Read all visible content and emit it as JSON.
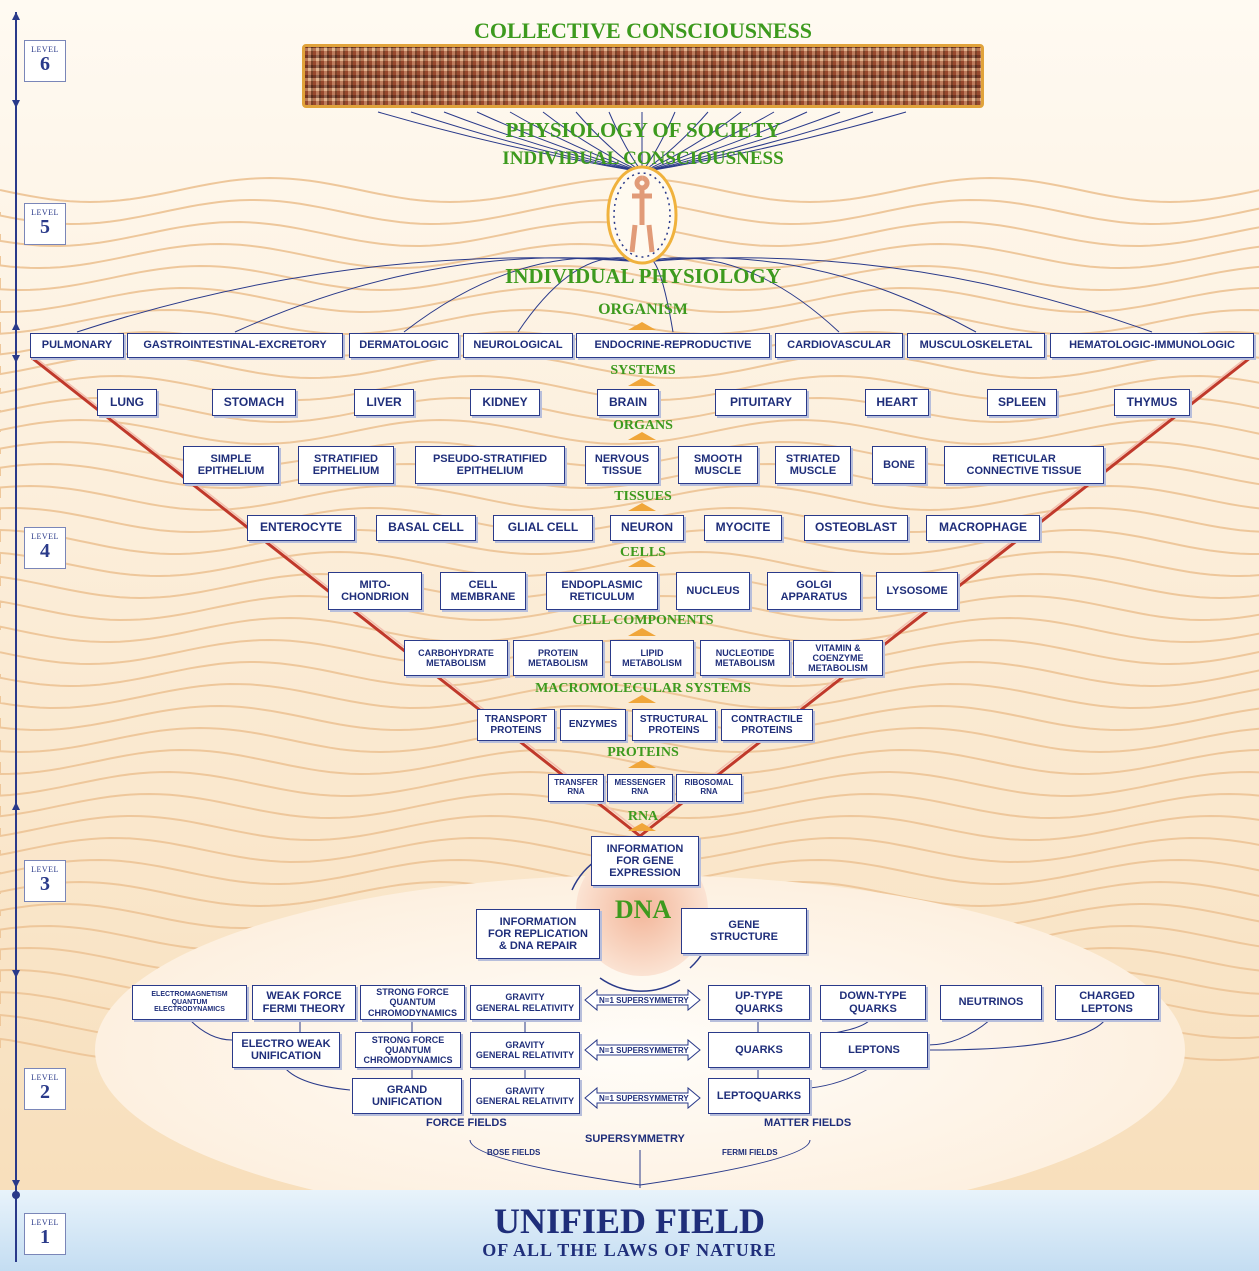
{
  "levels": [
    {
      "label": "LEVEL",
      "num": "6"
    },
    {
      "label": "LEVEL",
      "num": "5"
    },
    {
      "label": "LEVEL",
      "num": "4"
    },
    {
      "label": "LEVEL",
      "num": "3"
    },
    {
      "label": "LEVEL",
      "num": "2"
    },
    {
      "label": "LEVEL",
      "num": "1"
    }
  ],
  "headings": {
    "collective": "COLLECTIVE CONSCIOUSNESS",
    "society": "PHYSIOLOGY OF SOCIETY",
    "individual_consciousness": "INDIVIDUAL CONSCIOUSNESS",
    "individual_physiology": "INDIVIDUAL PHYSIOLOGY",
    "organism": "ORGANISM",
    "systems": "SYSTEMS",
    "organs": "ORGANS",
    "tissues": "TISSUES",
    "cells": "CELLS",
    "cell_components": "CELL COMPONENTS",
    "macromolecular": "MACROMOLECULAR SYSTEMS",
    "proteins": "PROTEINS",
    "rna": "RNA",
    "dna": "DNA"
  },
  "systems": [
    "PULMONARY",
    "GASTROINTESTINAL-EXCRETORY",
    "DERMATOLOGIC",
    "NEUROLOGICAL",
    "ENDOCRINE-REPRODUCTIVE",
    "CARDIOVASCULAR",
    "MUSCULOSKELETAL",
    "HEMATOLOGIC-IMMUNOLOGIC"
  ],
  "organs": [
    "LUNG",
    "STOMACH",
    "LIVER",
    "KIDNEY",
    "BRAIN",
    "PITUITARY",
    "HEART",
    "SPLEEN",
    "THYMUS"
  ],
  "tissues": [
    "SIMPLE\nEPITHELIUM",
    "STRATIFIED\nEPITHELIUM",
    "PSEUDO-STRATIFIED\nEPITHELIUM",
    "NERVOUS\nTISSUE",
    "SMOOTH\nMUSCLE",
    "STRIATED\nMUSCLE",
    "BONE",
    "RETICULAR\nCONNECTIVE TISSUE"
  ],
  "cells": [
    "ENTEROCYTE",
    "BASAL CELL",
    "GLIAL CELL",
    "NEURON",
    "MYOCITE",
    "OSTEOBLAST",
    "MACROPHAGE"
  ],
  "components": [
    "MITO-\nCHONDRION",
    "CELL\nMEMBRANE",
    "ENDOPLASMIC\nRETICULUM",
    "NUCLEUS",
    "GOLGI\nAPPARATUS",
    "LYSOSOME"
  ],
  "metabolism": [
    "CARBOHYDRATE\nMETABOLISM",
    "PROTEIN\nMETABOLISM",
    "LIPID\nMETABOLISM",
    "NUCLEOTIDE\nMETABOLISM",
    "VITAMIN &\nCOENZYME\nMETABOLISM"
  ],
  "protein_boxes": [
    "TRANSPORT\nPROTEINS",
    "ENZYMES",
    "STRUCTURAL\nPROTEINS",
    "CONTRACTILE\nPROTEINS"
  ],
  "rna_boxes": [
    "TRANSFER\nRNA",
    "MESSENGER\nRNA",
    "RIBOSOMAL\nRNA"
  ],
  "dna_boxes": {
    "expression": "INFORMATION\nFOR GENE\nEXPRESSION",
    "replication": "INFORMATION\nFOR REPLICATION\n& DNA REPAIR",
    "structure": "GENE\nSTRUCTURE"
  },
  "physics": {
    "em": "ELECTROMAGNETISM\nQUANTUM\nELECTRODYNAMICS",
    "weak": "WEAK FORCE\nFERMI THEORY",
    "strong1": "STRONG FORCE\nQUANTUM\nCHROMODYNAMICS",
    "gravity1": "GRAVITY\nGENERAL RELATIVITY",
    "susy1": "N=1 SUPERSYMMETRY",
    "up": "UP-TYPE\nQUARKS",
    "down": "DOWN-TYPE\nQUARKS",
    "neutrinos": "NEUTRINOS",
    "charged": "CHARGED\nLEPTONS",
    "electroweak": "ELECTRO WEAK\nUNIFICATION",
    "strong2": "STRONG FORCE\nQUANTUM\nCHROMODYNAMICS",
    "gravity2": "GRAVITY\nGENERAL RELATIVITY",
    "susy2": "N=1 SUPERSYMMETRY",
    "quarks": "QUARKS",
    "leptons": "LEPTONS",
    "grand": "GRAND\nUNIFICATION",
    "gravity3": "GRAVITY\nGENERAL RELATIVITY",
    "susy3": "N=1 SUPERSYMMETRY",
    "leptoquarks": "LEPTOQUARKS"
  },
  "fields": {
    "force": "FORCE FIELDS",
    "matter": "MATTER FIELDS",
    "supersymmetry": "SUPERSYMMETRY",
    "bose": "BOSE FIELDS",
    "fermi": "FERMI FIELDS"
  },
  "unified": {
    "title": "UNIFIED FIELD",
    "subtitle": "OF ALL THE LAWS OF NATURE"
  }
}
